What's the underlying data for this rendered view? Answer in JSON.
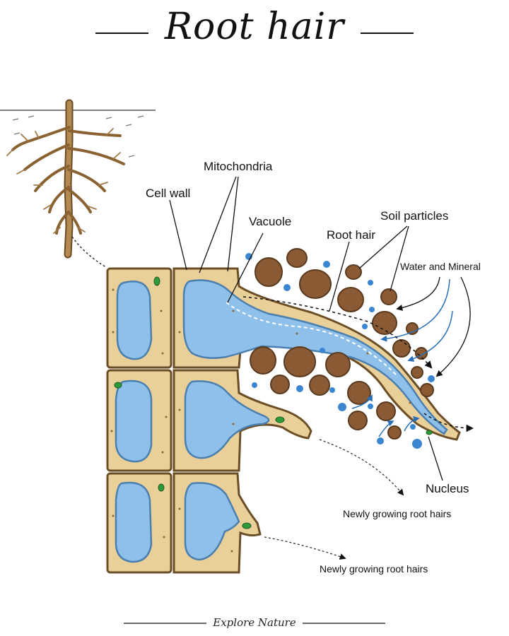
{
  "title": "Root hair",
  "footer": "Explore Nature",
  "labels": {
    "mitochondria": "Mitochondria",
    "cell_wall": "Cell wall",
    "vacuole": "Vacuole",
    "root_hair": "Root hair",
    "soil_particles": "Soil particles",
    "water_mineral": "Water and Mineral",
    "nucleus": "Nucleus",
    "new_hairs_1": "Newly growing root hairs",
    "new_hairs_2": "Newly growing root hairs"
  },
  "colors": {
    "cell_fill": "#e9cf98",
    "cell_wall": "#8a6a3c",
    "vacuole": "#8fc0ea",
    "soil": "#8a5a35",
    "water": "#3a86d0",
    "mito": "#2e9a3a"
  }
}
